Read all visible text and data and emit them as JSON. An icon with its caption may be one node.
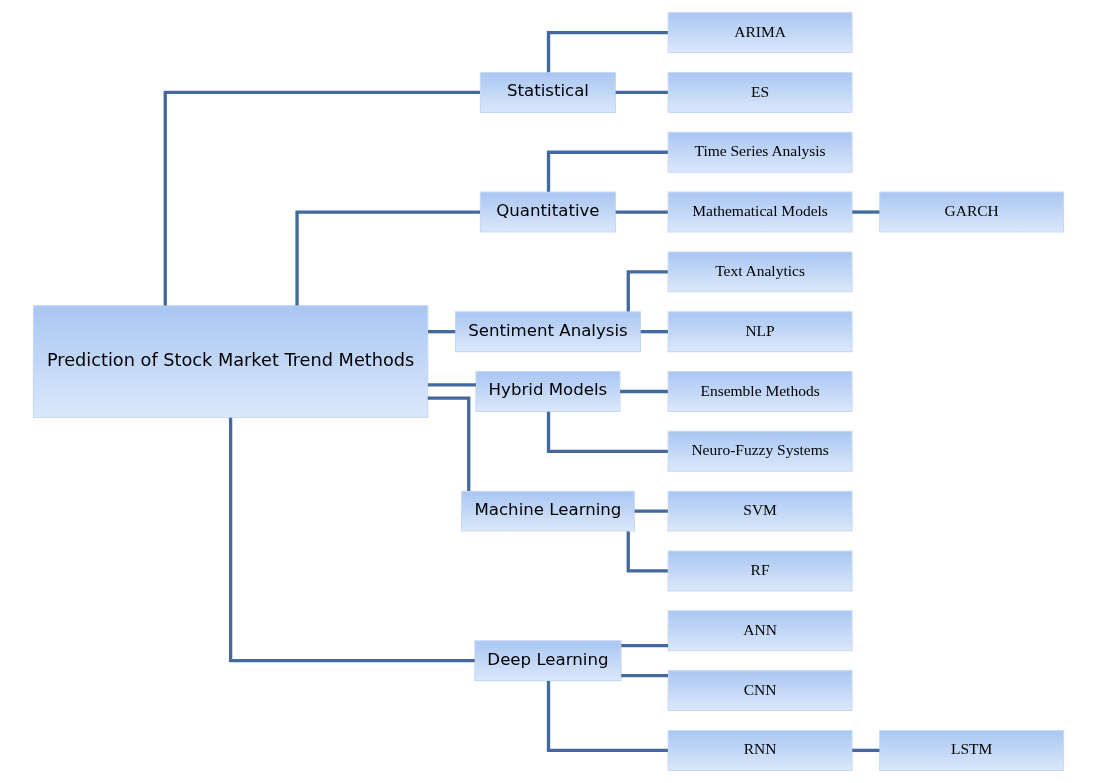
{
  "diagram": {
    "nodes": [
      {
        "text": [
          "Prediction of Stock Market Trend Methods"
        ]
      },
      {
        "text": [
          "Statistical"
        ]
      },
      {
        "text": [
          "ARIMA"
        ]
      },
      {
        "text": [
          "ES"
        ]
      },
      {
        "text": [
          "Quantitative"
        ]
      },
      {
        "text": [
          "Time Series Analysis"
        ]
      },
      {
        "text": [
          "Mathematical Models"
        ]
      },
      {
        "text": [
          "GARCH"
        ]
      },
      {
        "text": [
          "Sentiment Analysis"
        ]
      },
      {
        "text": [
          "Text Analytics"
        ]
      },
      {
        "text": [
          "NLP"
        ]
      },
      {
        "text": [
          "Hybrid Models"
        ]
      },
      {
        "text": [
          "Ensemble Methods"
        ]
      },
      {
        "text": [
          "Neuro-Fuzzy Systems"
        ]
      },
      {
        "text": [
          "Machine Learning"
        ]
      },
      {
        "text": [
          "SVM"
        ]
      },
      {
        "text": [
          "RF"
        ]
      },
      {
        "text": [
          "Deep Learning"
        ]
      },
      {
        "text": [
          "ANN"
        ]
      },
      {
        "text": [
          "CNN"
        ]
      },
      {
        "text": [
          "RNN"
        ]
      },
      {
        "text": [
          "LSTM"
        ]
      }
    ],
    "edges": [
      {
        "from": 0,
        "to": 1,
        "arrow": "none"
      },
      {
        "from": 0,
        "to": 4,
        "arrow": "none"
      },
      {
        "from": 0,
        "to": 8,
        "arrow": "none"
      },
      {
        "from": 0,
        "to": 11,
        "arrow": "none"
      },
      {
        "from": 0,
        "to": 14,
        "arrow": "none"
      },
      {
        "from": 0,
        "to": 17,
        "arrow": "none"
      },
      {
        "from": 1,
        "to": 2,
        "arrow": "none"
      },
      {
        "from": 1,
        "to": 3,
        "arrow": "none"
      },
      {
        "from": 4,
        "to": 5,
        "arrow": "none"
      },
      {
        "from": 4,
        "to": 6,
        "arrow": "none"
      },
      {
        "from": 6,
        "to": 7,
        "arrow": "none"
      },
      {
        "from": 8,
        "to": 9,
        "arrow": "none"
      },
      {
        "from": 8,
        "to": 10,
        "arrow": "none"
      },
      {
        "from": 11,
        "to": 12,
        "arrow": "none"
      },
      {
        "from": 11,
        "to": 13,
        "arrow": "none"
      },
      {
        "from": 14,
        "to": 15,
        "arrow": "none"
      },
      {
        "from": 14,
        "to": 16,
        "arrow": "none"
      },
      {
        "from": 17,
        "to": 18,
        "arrow": "none"
      },
      {
        "from": 17,
        "to": 19,
        "arrow": "none"
      },
      {
        "from": 17,
        "to": 20,
        "arrow": "none"
      },
      {
        "from": 20,
        "to": 21,
        "arrow": "none"
      }
    ]
  }
}
